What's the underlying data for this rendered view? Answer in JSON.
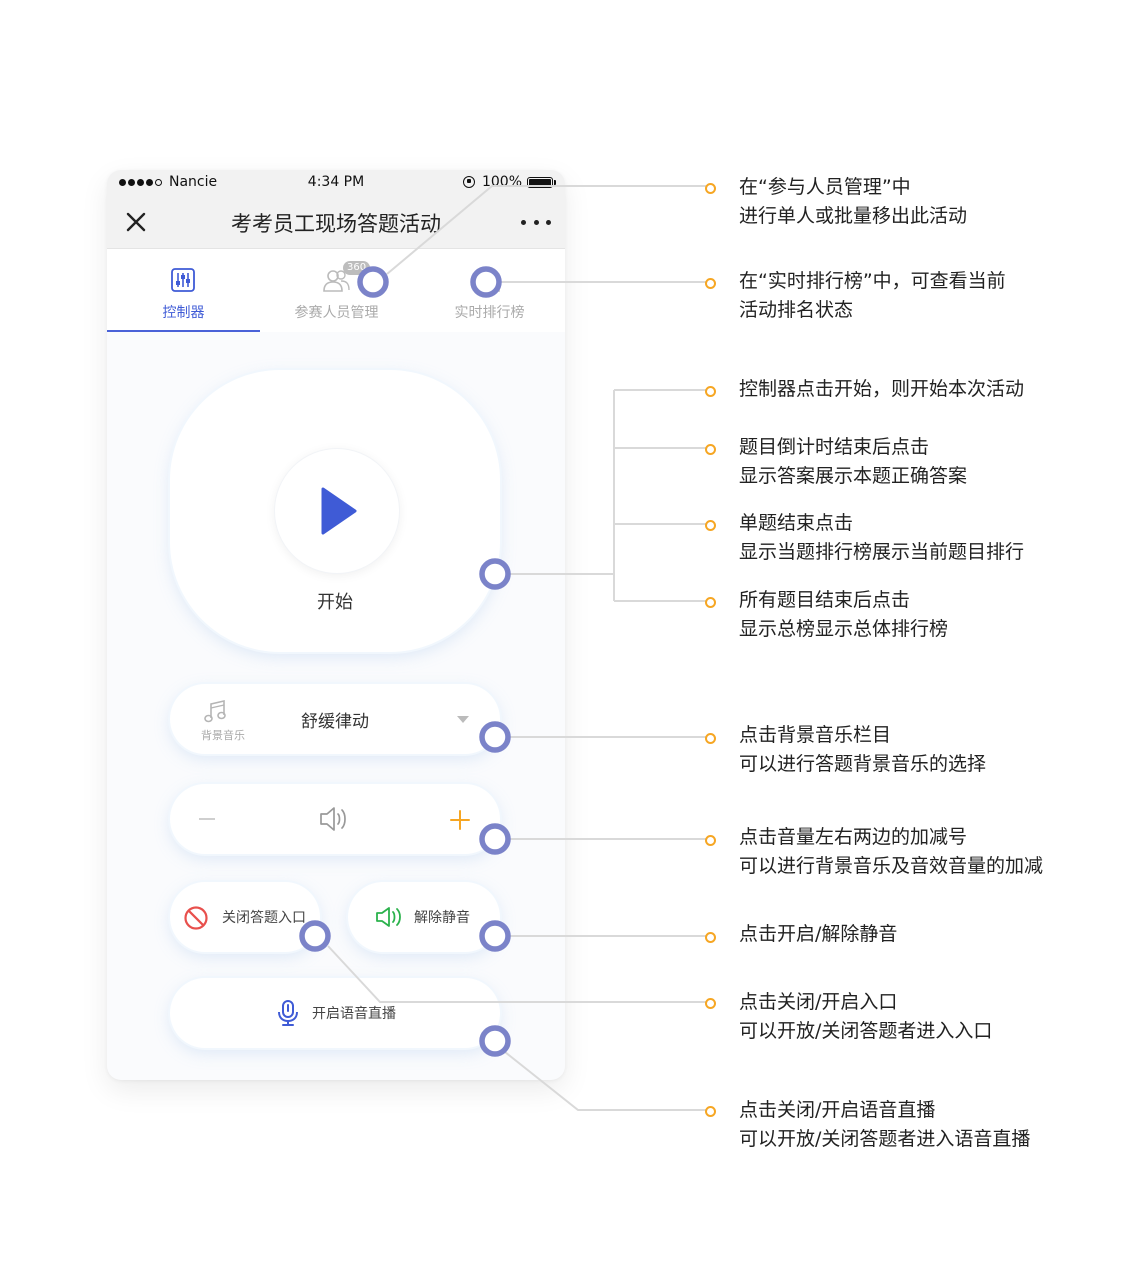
{
  "status_bar": {
    "carrier": "Nancie",
    "time": "4:34 PM",
    "battery": "100%"
  },
  "nav": {
    "title": "考考员工现场答题活动"
  },
  "tabs": [
    {
      "label": "控制器",
      "active": true,
      "icon": "mixer-controls-icon"
    },
    {
      "label": "参赛人员管理",
      "badge": "360",
      "active": false,
      "icon": "people-icon"
    },
    {
      "label": "实时排行榜",
      "active": false,
      "icon": "ranking-icon"
    }
  ],
  "controller": {
    "play_label": "开始",
    "music": {
      "section_label": "背景音乐",
      "selected": "舒缓律动"
    },
    "mute_entry_label": "关闭答题入口",
    "unmute_label": "解除静音",
    "voice_live_label": "开启语音直播"
  },
  "notes": [
    {
      "line1": "在“参与人员管理”中",
      "line2": "进行单人或批量移出此活动"
    },
    {
      "line1": "在“实时排行榜”中，可查看当前",
      "line2": "活动排名状态"
    },
    {
      "line1": "控制器点击开始，则开始本次活动",
      "line2": ""
    },
    {
      "line1": "题目倒计时结束后点击",
      "line2": "显示答案展示本题正确答案"
    },
    {
      "line1": "单题结束点击",
      "line2": "显示当题排行榜展示当前题目排行"
    },
    {
      "line1": "所有题目结束后点击",
      "line2": "显示总榜显示总体排行榜"
    },
    {
      "line1": "点击背景音乐栏目",
      "line2": "可以进行答题背景音乐的选择"
    },
    {
      "line1": "点击音量左右两边的加减号",
      "line2": "可以进行背景音乐及音效音量的加减"
    },
    {
      "line1": "点击开启/解除静音",
      "line2": ""
    },
    {
      "line1": "点击关闭/开启入口",
      "line2": "可以开放/关闭答题者进入入口"
    },
    {
      "line1": "点击关闭/开启语音直播",
      "line2": "可以开放/关闭答题者进入语音直播"
    }
  ],
  "colors": {
    "accent_blue": "#3f5bd6",
    "marker_ring": "#7b83c9",
    "note_dot": "#f6a623",
    "connector": "#d9d9d9",
    "plus_orange": "#f6a623",
    "block_red": "#e8504d",
    "speaker_green": "#2bb24c"
  }
}
